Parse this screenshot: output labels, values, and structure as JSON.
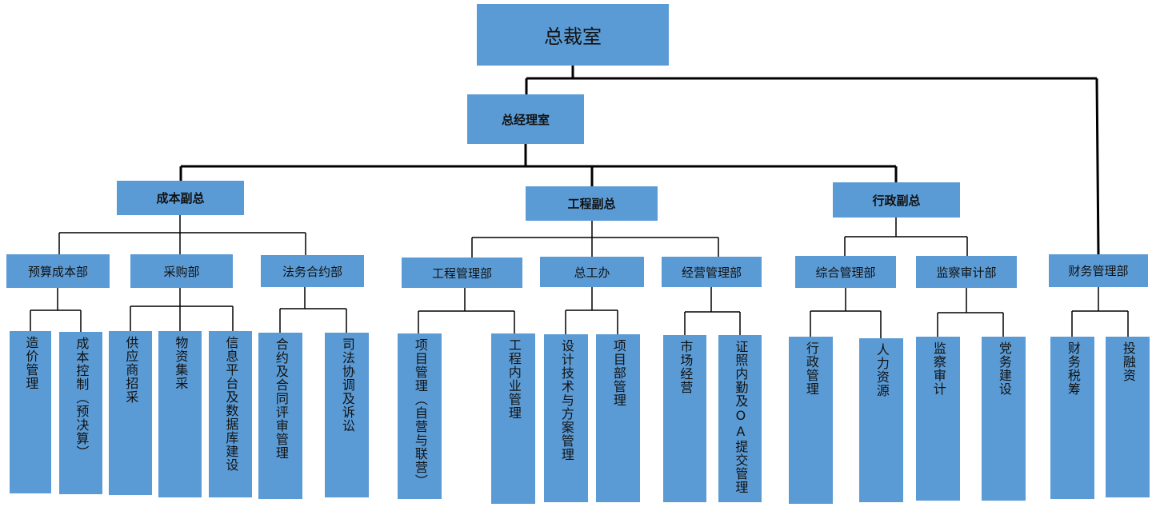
{
  "colors": {
    "box_fill": "#5b9bd5",
    "connector": "#000000"
  },
  "chart": {
    "root": "总裁室",
    "general_manager": "总经理室",
    "vp_cost": "成本副总",
    "vp_engineering": "工程副总",
    "vp_admin": "行政副总",
    "dept": {
      "budget": "预算成本部",
      "purchase": "采购部",
      "legal": "法务合约部",
      "eng_mgmt": "工程管理部",
      "chief_eng": "总工办",
      "biz_mgmt": "经营管理部",
      "general_mgmt": "综合管理部",
      "audit": "监察审计部",
      "finance": "财务管理部"
    },
    "func": {
      "cost_mgmt": "造价管理",
      "cost_control": "成本控制（预决算）",
      "supplier": "供应商招采",
      "materials": "物资集采",
      "info_platform": "信息平台及数据库建设",
      "contract_review": "合约及合同评审管理",
      "litigation": "司法协调及诉讼",
      "project_mgmt": "项目管理（自营与联营）",
      "eng_internal": "工程内业管理",
      "design_tech": "设计技术与方案管理",
      "project_dept": "项目部管理",
      "market": "市场经营",
      "license_oa": "证照内勤及OA提交管理",
      "admin_mgmt": "行政管理",
      "hr": "人力资源",
      "audit_work": "监察审计",
      "party": "党务建设",
      "tax": "财务税筹",
      "investment": "投融资"
    }
  }
}
